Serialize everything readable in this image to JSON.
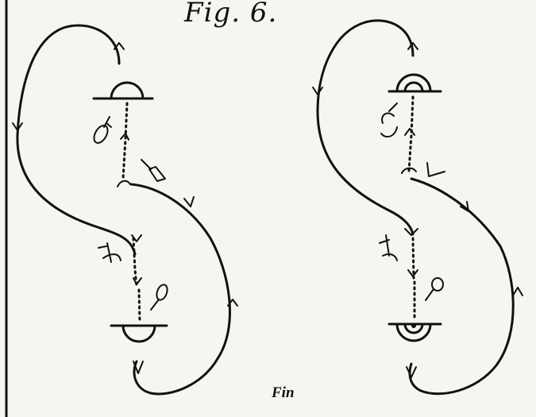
{
  "figure": {
    "title": "Fig. 6.",
    "caption": "Fin",
    "ink_color": "#111111",
    "paper_color": "#f6f5f1"
  },
  "diagrams": [
    {
      "name": "left-figure",
      "upper_marker": "half-circle",
      "lower_marker": "half-circle"
    },
    {
      "name": "right-figure",
      "upper_marker": "double-half-circle",
      "lower_marker": "double-half-circle"
    }
  ]
}
